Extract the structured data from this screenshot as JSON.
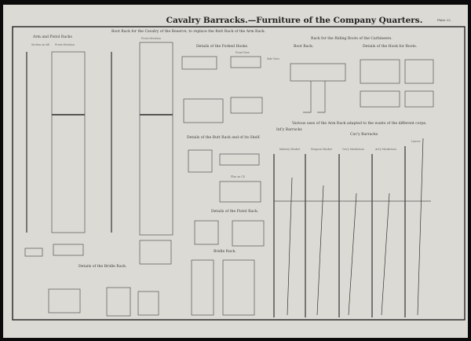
{
  "plate": {
    "title": "Cavalry Barracks.—Furniture of the Company Quarters.",
    "plate_number": "Plate 22."
  },
  "sections": {
    "arm_pistol": "Arm and Pistol Racks",
    "boot_rack_reserve": "Boot Rack for the Cavalry of the Reserve, to replace the Butt Rack of the Arm Rack.",
    "forked_hooks": "Details of the Forked Hooks",
    "riding_boots": "Rack for the Riding Boots of the Carbineers.",
    "boot_rack": "Boot Rack.",
    "hook_for_boots": "Details of the Hook for Boots.",
    "butt_rack": "Details of the Butt Rack and of its Shelf.",
    "pistol_rack": "Details of the Pistol Rack.",
    "bridle_rack": "Bridle Rack.",
    "bridle_rack_details": "Details of the Bridle Rack.",
    "various_uses": "Various uses of the Arm Rack adapted to the wants of the different corps.",
    "infantry_barracks": "Inf'y Barracks",
    "cavalry_barracks": "Cav'y Barracks"
  },
  "sublabels": {
    "section_ab": "Section on AB",
    "front_elevation": "Front elevation",
    "front_view": "Front View",
    "side_view": "Side View",
    "plan_on_cd": "Plan on CD"
  },
  "arm_rack_columns": [
    "Infantry Musket",
    "Dragoon Musket",
    "Cav'y Musketoon",
    "Art'y Musketoon",
    "Lances"
  ]
}
